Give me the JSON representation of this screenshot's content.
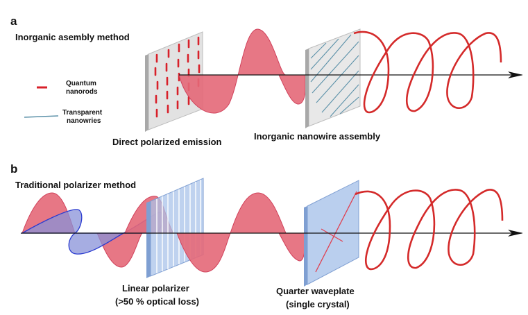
{
  "panel_a": {
    "letter": "a",
    "title": "Inorganic asembly method",
    "legend": {
      "nanorods_line1": "Quantum",
      "nanorods_line2": "nanorods",
      "nanowires_line1": "Transparent",
      "nanowires_line2": "nanowries"
    },
    "caption_emitter": "Direct polarized emission",
    "caption_assembly": "Inorganic nanowire assembly"
  },
  "panel_b": {
    "letter": "b",
    "title": "Traditional polarizer method",
    "caption_polarizer_line1": "Linear polarizer",
    "caption_polarizer_line2": "(>50 % optical loss)",
    "caption_waveplate_line1": "Quarter waveplate",
    "caption_waveplate_line2": "(single crystal)"
  },
  "colors": {
    "wave_fill": "#e46878",
    "wave_stroke": "#d0405a",
    "nanorod_red": "#d8202a",
    "nanowire_teal": "#5a90a8",
    "blue_wave_fill": "#8892d8",
    "blue_wave_stroke": "#2a3bd0",
    "polarizer_blue": "#a9c3ea",
    "plate_gray": "#d9d9d9",
    "helix_red": "#d42a2a",
    "axis": "#111111"
  }
}
